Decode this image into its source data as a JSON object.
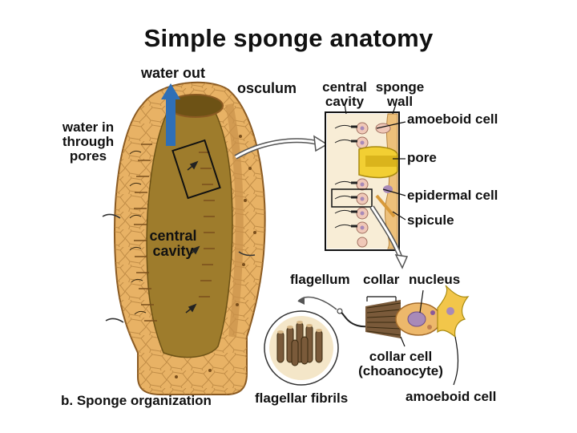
{
  "title": "Simple sponge anatomy",
  "labels": {
    "water_out": "water out",
    "osculum": "osculum",
    "water_in": [
      "water in",
      "through",
      "pores"
    ],
    "central_cavity_body": [
      "central",
      "cavity"
    ],
    "central_cavity_inset": [
      "central",
      "cavity"
    ],
    "sponge_wall": [
      "sponge",
      "wall"
    ],
    "amoeboid_cell_top": "amoeboid cell",
    "pore": "pore",
    "epidermal_cell": "epidermal cell",
    "spicule": "spicule",
    "flagellum": "flagellum",
    "collar": "collar",
    "nucleus": "nucleus",
    "collar_cell": [
      "collar cell",
      "(choanocyte)"
    ],
    "flagellar_fibrils": "flagellar fibrils",
    "amoeboid_cell_bottom": "amoeboid cell",
    "caption": "b. Sponge organization"
  },
  "colors": {
    "body": "#e8b265",
    "body_outline": "#8a5a22",
    "cavity": "#9e7c2c",
    "arrow_blue": "#2f6fb6",
    "pore_yellow": "#f2cf33",
    "cell_pink": "#f0c8b8",
    "cell_purple": "#a88ab8"
  }
}
